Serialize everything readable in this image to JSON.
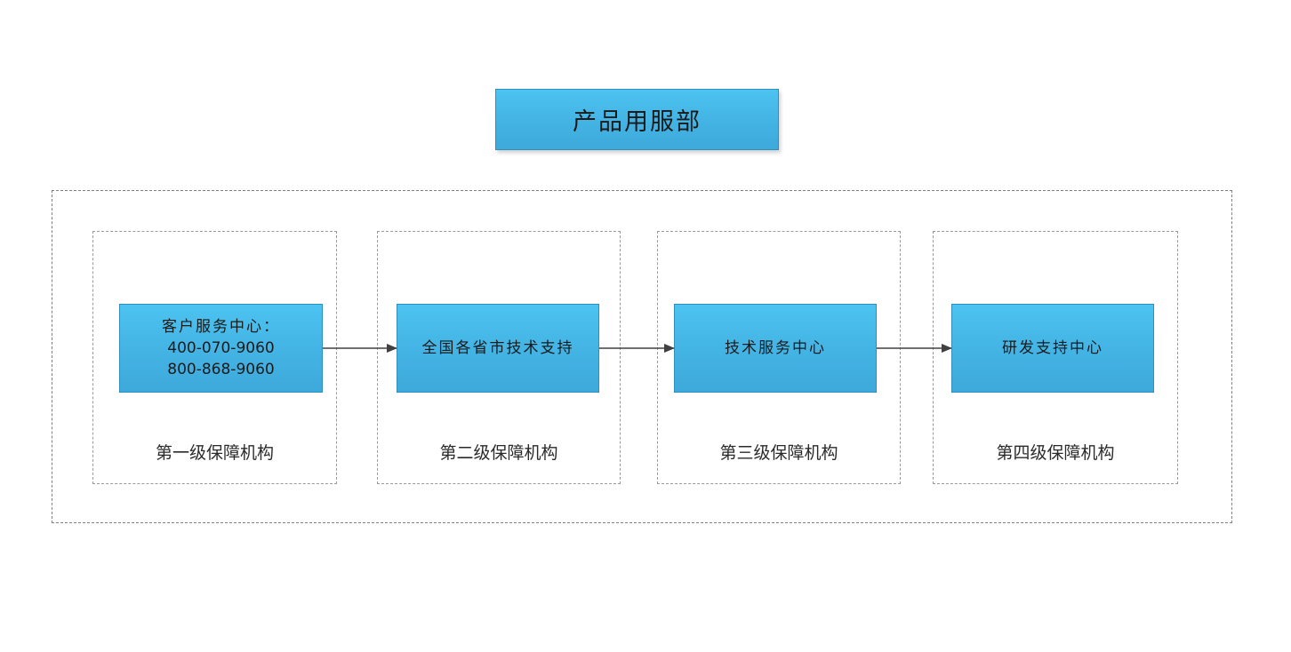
{
  "title": "产品用服部",
  "stages": [
    {
      "label": "第一级保障机构",
      "node_lines": [
        "客户服务中心：",
        "400-070-9060",
        "800-868-9060"
      ]
    },
    {
      "label": "第二级保障机构",
      "node_lines": [
        "全国各省市技术支持"
      ]
    },
    {
      "label": "第三级保障机构",
      "node_lines": [
        "技术服务中心"
      ]
    },
    {
      "label": "第四级保障机构",
      "node_lines": [
        "研发支持中心"
      ]
    }
  ],
  "colors": {
    "node_fill": "#43b3e4",
    "node_border": "#2f8fbf",
    "arrow": "#404040",
    "dash": "#7f7f7f"
  }
}
